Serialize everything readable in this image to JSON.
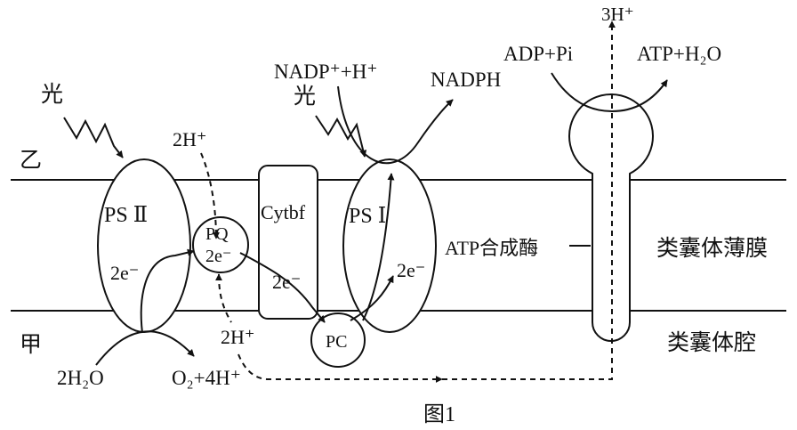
{
  "regions": {
    "stroma": "乙",
    "lumen": "甲",
    "membrane": "类囊体薄膜",
    "lumen_space": "类囊体腔"
  },
  "light": {
    "left": "光",
    "right": "光"
  },
  "complexes": {
    "ps2": "PS Ⅱ",
    "pq": "PQ",
    "cytbf": "Cytbf",
    "ps1": "PS Ⅰ",
    "pc": "PC",
    "atp_synthase": "ATP合成酶"
  },
  "electrons": {
    "ps2": "2e⁻",
    "pq": "2e⁻",
    "cytbf": "2e⁻",
    "ps1": "2e⁻"
  },
  "reactions": {
    "water": "2H₂O",
    "oxygen": "O₂+4H⁺",
    "proton_stroma": "2H⁺",
    "proton_lumen": "2H⁺",
    "nadp": "NADP⁺+H⁺",
    "nadph": "NADPH",
    "adp": "ADP+Pi",
    "atp": "ATP+H₂O",
    "proton_out": "3H⁺"
  },
  "caption": "图1"
}
